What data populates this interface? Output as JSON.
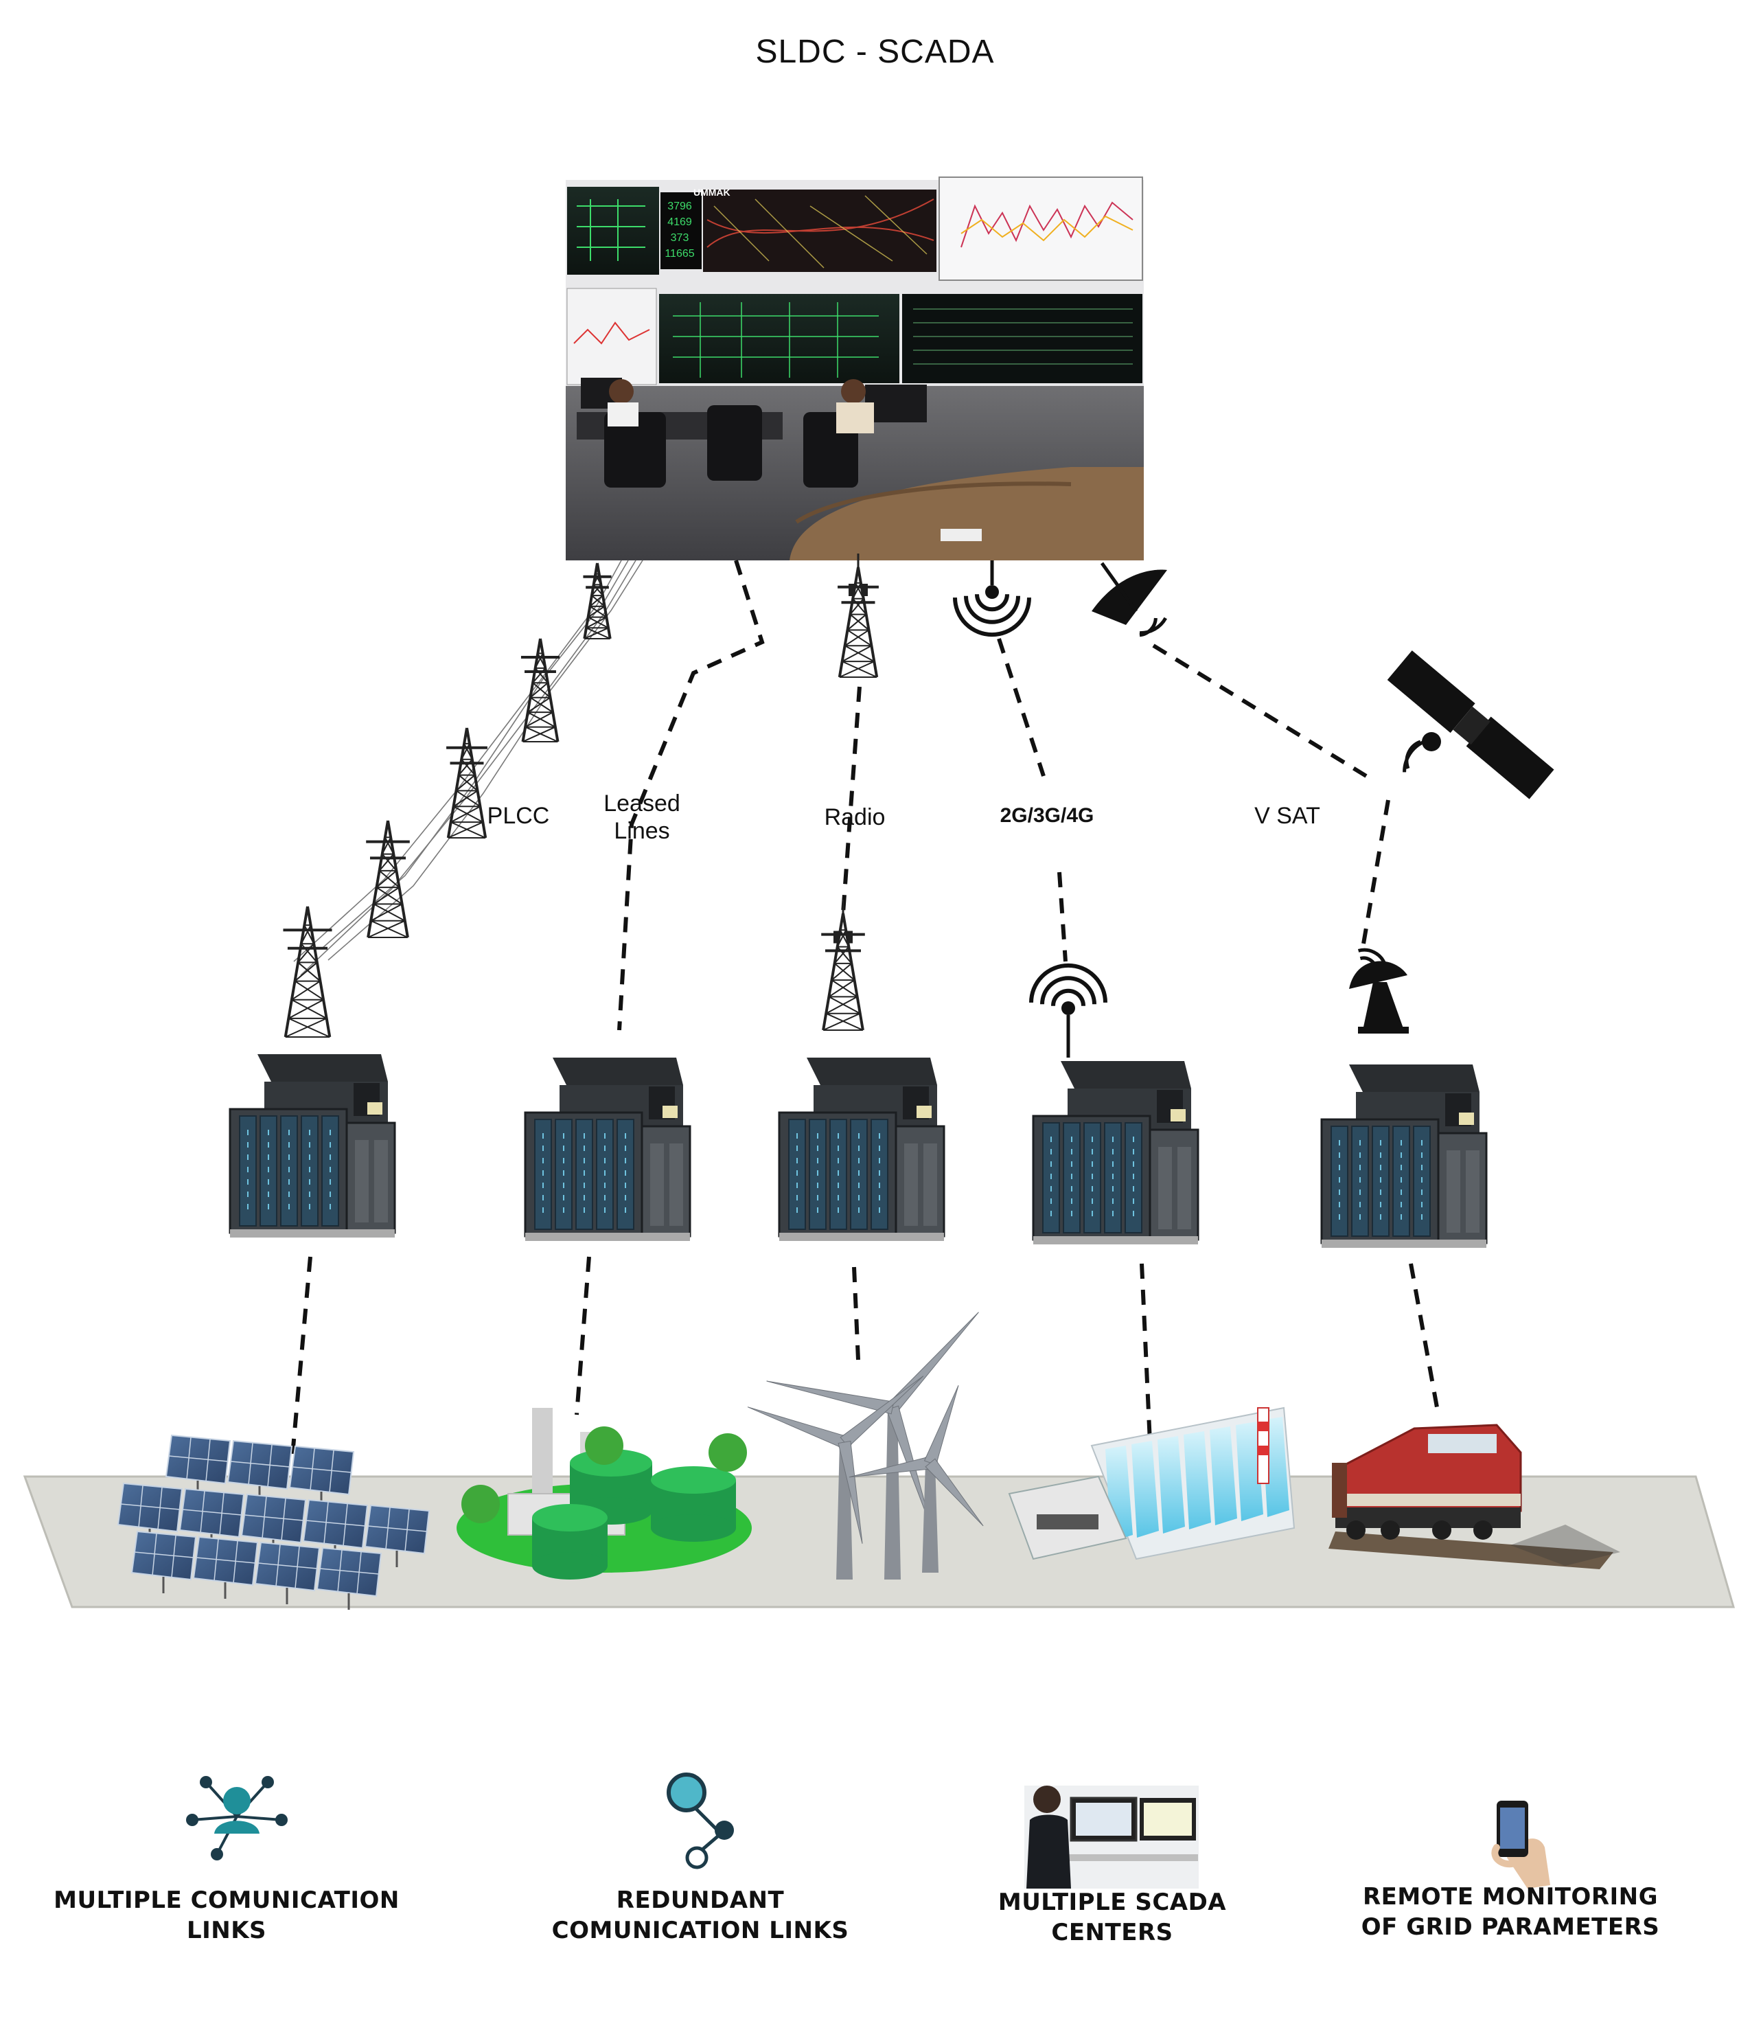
{
  "title": "SLDC - SCADA",
  "control_room": {
    "readouts": [
      "3796",
      "4169",
      "373",
      "11665"
    ],
    "banner": "UMMAK"
  },
  "links": [
    {
      "id": "plcc",
      "label": "PLCC"
    },
    {
      "id": "leased",
      "label_line1": "Leased",
      "label_line2": "Lines"
    },
    {
      "id": "radio",
      "label": "Radio"
    },
    {
      "id": "cellular",
      "label": "2G/3G/4G"
    },
    {
      "id": "vsat",
      "label": "V SAT"
    }
  ],
  "features": [
    {
      "line1": "MULTIPLE COMUNICATION",
      "line2": "LINKS",
      "icon": "network-user-icon"
    },
    {
      "line1": "REDUNDANT",
      "line2": "COMUNICATION LINKS",
      "icon": "redundant-link-icon"
    },
    {
      "line1": "MULTIPLE SCADA",
      "line2": "CENTERS",
      "icon": "operator-workstation-icon"
    },
    {
      "line1": "REMOTE MONITORING",
      "line2": "OF GRID PARAMETERS",
      "icon": "smartphone-hand-icon"
    }
  ],
  "colors": {
    "ground": "#dcdcd6",
    "rtu": "#3a3f44",
    "grass": "#2fbf3a",
    "tank": "#1f9a4a",
    "dam_water": "#8fd8ee",
    "train": "#b8322e",
    "icon_teal": "#1f8f99"
  }
}
